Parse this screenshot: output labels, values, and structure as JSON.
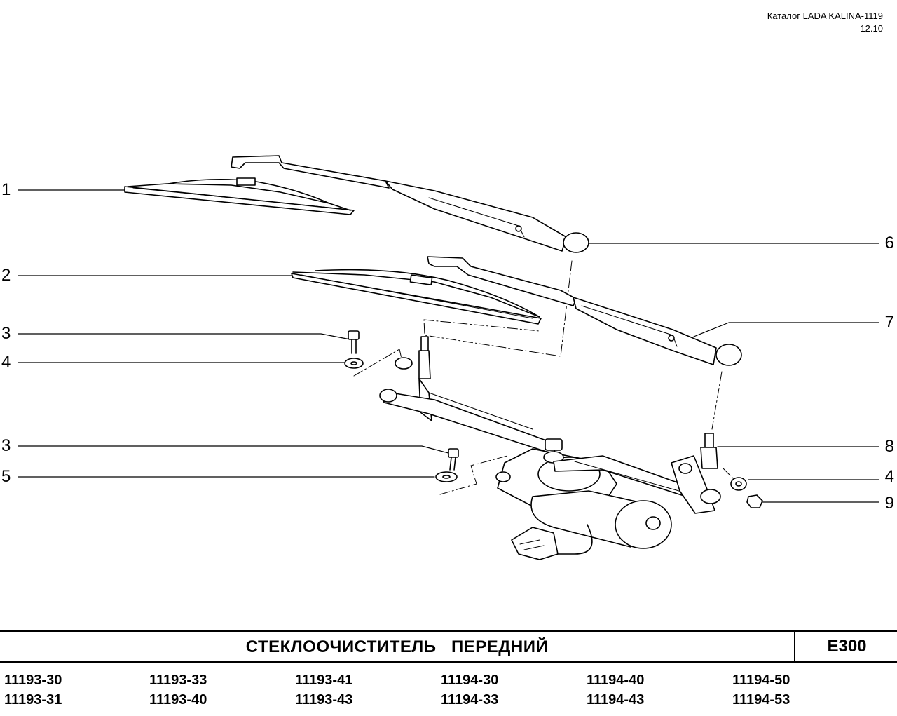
{
  "header": {
    "catalog": "Каталог LADA KALINA-1119",
    "date": "12.10"
  },
  "callouts": {
    "left": [
      "1",
      "2",
      "3",
      "4",
      "3",
      "5"
    ],
    "right": [
      "6",
      "7",
      "8",
      "4",
      "9"
    ]
  },
  "title": "СТЕКЛООЧИСТИТЕЛЬ   ПЕРЕДНИЙ",
  "section_code": "E300",
  "models": [
    [
      "11193-30",
      "11193-31"
    ],
    [
      "11193-33",
      "11193-40"
    ],
    [
      "11193-41",
      "11193-43"
    ],
    [
      "11194-30",
      "11194-33"
    ],
    [
      "11194-40",
      "11194-43"
    ],
    [
      "11194-50",
      "11194-53"
    ]
  ]
}
